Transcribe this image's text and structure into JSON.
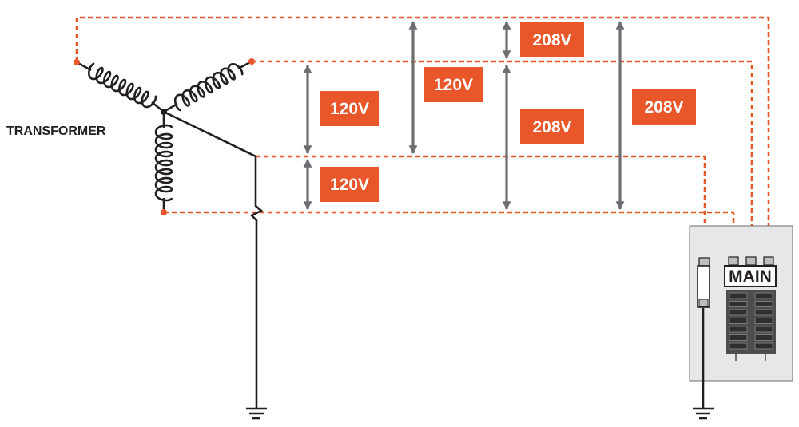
{
  "transformer_label": "TRANSFORMER",
  "panel_label": "MAIN",
  "voltages": {
    "v208_top": "208V",
    "v120_tall": "120V",
    "v120_upper": "120V",
    "v208_middle": "208V",
    "v208_right": "208V",
    "v120_lower": "120V"
  },
  "colors": {
    "wire": "#e8562a",
    "label_bg": "#e8562a",
    "label_text": "#ffffff",
    "arrow": "#6d6e71",
    "ground": "#000000",
    "panel_bg": "#e6e7e8",
    "breaker": "#4d4d4f"
  }
}
